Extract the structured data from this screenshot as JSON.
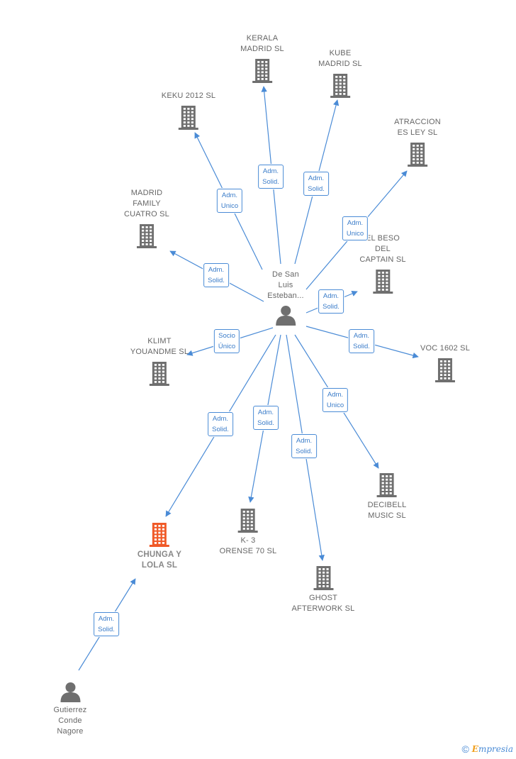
{
  "colors": {
    "edge": "#4a8bd6",
    "company": "#6f6f6f",
    "company_focus": "#f05a28",
    "person": "#6f6f6f"
  },
  "people": [
    {
      "id": "de-san-luis",
      "label": "De San\nLuis\nEsteban..."
    },
    {
      "id": "gutierrez",
      "label": "Gutierrez\nConde\nNagore"
    }
  ],
  "companies": [
    {
      "id": "kerala",
      "label": "KERALA\nMADRID SL"
    },
    {
      "id": "kube",
      "label": "KUBE\nMADRID SL"
    },
    {
      "id": "keku",
      "label": "KEKU 2012 SL"
    },
    {
      "id": "atraccion",
      "label": "ATRACCION\nES LEY SL"
    },
    {
      "id": "madrid-family",
      "label": "MADRID\nFAMILY\nCUATRO  SL"
    },
    {
      "id": "el-beso",
      "label": "EL BESO\nDEL\nCAPTAIN  SL"
    },
    {
      "id": "klimt",
      "label": "KLIMT\nYOUANDME  SL"
    },
    {
      "id": "voc",
      "label": "VOC 1602  SL"
    },
    {
      "id": "decibell",
      "label": "DECIBELL\nMUSIC  SL"
    },
    {
      "id": "chunga",
      "label": "CHUNGA Y\nLOLA  SL",
      "focus": true
    },
    {
      "id": "k3",
      "label": "K- 3\nORENSE 70  SL"
    },
    {
      "id": "ghost",
      "label": "GHOST\nAFTERWORK SL"
    }
  ],
  "relations": [
    {
      "id": "r-kerala",
      "label": "Adm.\nSolid."
    },
    {
      "id": "r-kube",
      "label": "Adm.\nSolid."
    },
    {
      "id": "r-keku",
      "label": "Adm.\nUnico"
    },
    {
      "id": "r-atraccion",
      "label": "Adm.\nUnico"
    },
    {
      "id": "r-madrid-family",
      "label": "Adm.\nSolid."
    },
    {
      "id": "r-el-beso",
      "label": "Adm.\nSolid."
    },
    {
      "id": "r-klimt",
      "label": "Socio\nÚnico"
    },
    {
      "id": "r-voc",
      "label": "Adm.\nSolid."
    },
    {
      "id": "r-decibell",
      "label": "Adm.\nUnico"
    },
    {
      "id": "r-chunga",
      "label": "Adm.\nSolid."
    },
    {
      "id": "r-k3",
      "label": "Adm.\nSolid."
    },
    {
      "id": "r-ghost",
      "label": "Adm.\nSolid."
    },
    {
      "id": "r-gutierrez-chunga",
      "label": "Adm.\nSolid."
    }
  ],
  "brand": {
    "copyright": "©",
    "name": "Empresia"
  }
}
